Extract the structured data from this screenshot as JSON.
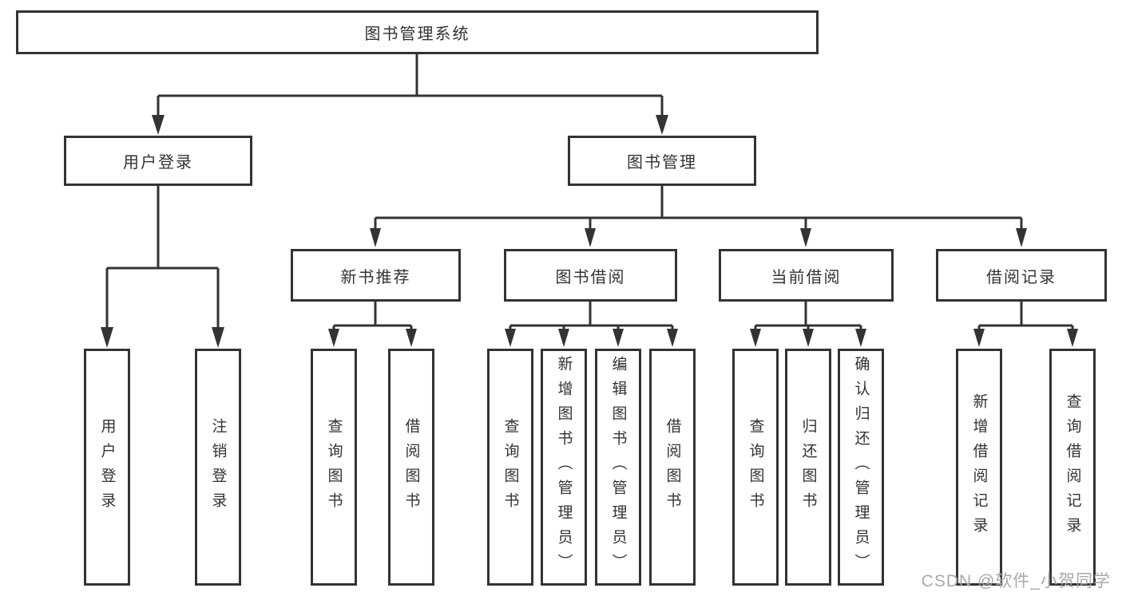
{
  "colors": {
    "line": "#333333",
    "box_border": "#333333",
    "box_fill": "#ffffff",
    "text": "#333333",
    "watermark": "#a9a9a9",
    "background": "#ffffff"
  },
  "watermark": {
    "text": "CSDN @软件_小贺同学"
  },
  "tree": {
    "label": "图书管理系统",
    "children": [
      {
        "label": "用户登录",
        "children": [
          {
            "label": "用户登录"
          },
          {
            "label": "注销登录"
          }
        ]
      },
      {
        "label": "图书管理",
        "children": [
          {
            "label": "新书推荐",
            "children": [
              {
                "label": "查询图书"
              },
              {
                "label": "借阅图书"
              }
            ]
          },
          {
            "label": "图书借阅",
            "children": [
              {
                "label": "查询图书"
              },
              {
                "label": "新增图书（管理员）"
              },
              {
                "label": "编辑图书（管理员）"
              },
              {
                "label": "借阅图书"
              }
            ]
          },
          {
            "label": "当前借阅",
            "children": [
              {
                "label": "查询图书"
              },
              {
                "label": "归还图书"
              },
              {
                "label": "确认归还（管理员）"
              }
            ]
          },
          {
            "label": "借阅记录",
            "children": [
              {
                "label": "新增借阅记录"
              },
              {
                "label": "查询借阅记录"
              }
            ]
          }
        ]
      }
    ]
  }
}
